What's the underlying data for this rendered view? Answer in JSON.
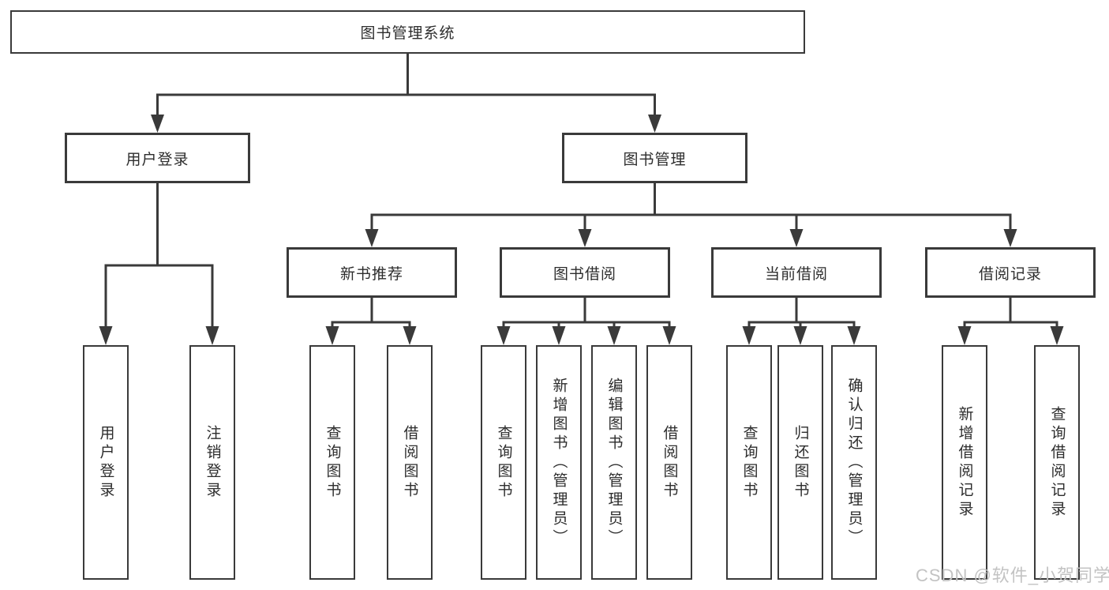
{
  "diagram": {
    "title": "图书管理系统",
    "level1": {
      "user_login": "用户登录",
      "book_management": "图书管理"
    },
    "user_login_children": [
      "用户登录",
      "注销登录"
    ],
    "sections": [
      {
        "label": "新书推荐",
        "children": [
          "查询图书",
          "借阅图书"
        ]
      },
      {
        "label": "图书借阅",
        "children": [
          "查询图书",
          "新增图书（管理员）",
          "编辑图书（管理员）",
          "借阅图书"
        ]
      },
      {
        "label": "当前借阅",
        "children": [
          "查询图书",
          "归还图书",
          "确认归还（管理员）"
        ]
      },
      {
        "label": "借阅记录",
        "children": [
          "新增借阅记录",
          "查询借阅记录"
        ]
      }
    ],
    "watermark": "CSDN @软件_小贺同学",
    "colors": {
      "line": "#3a3a3a",
      "border": "#3a3a3a",
      "text": "#2d2d2d",
      "watermark": "#c3c3c3",
      "background": "#ffffff"
    }
  }
}
